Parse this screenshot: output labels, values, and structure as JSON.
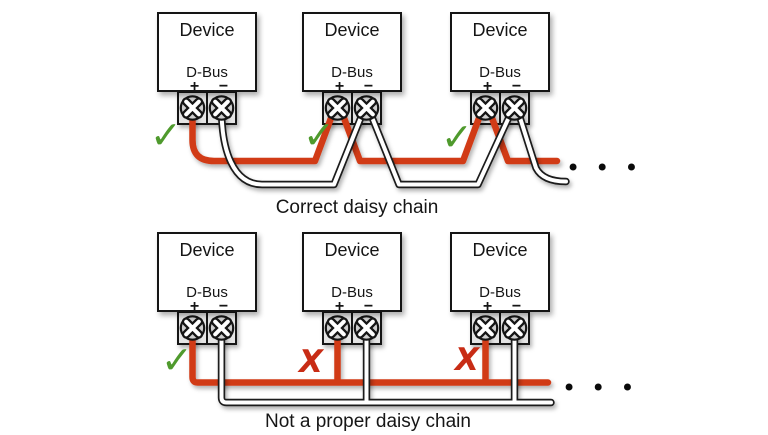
{
  "diagram": {
    "labels": {
      "device": "Device",
      "bus": "D-Bus",
      "plus": "+",
      "minus": "−"
    },
    "icons": {
      "check": "✓",
      "cross": "X",
      "ellipsis": "•••"
    },
    "colors": {
      "positive_wire": "#d13a17",
      "negative_wire_core": "#ffffff",
      "negative_wire_outline": "#1a1a1a",
      "check_green": "#4f9a2d",
      "cross_red": "#c82c15",
      "terminal_body": "#e4e4e4",
      "screw_head": "#cfcfcf",
      "outline_black": "#151515"
    },
    "sections": [
      {
        "caption": "Correct daisy chain"
      },
      {
        "caption": "Not a proper daisy chain"
      }
    ]
  }
}
